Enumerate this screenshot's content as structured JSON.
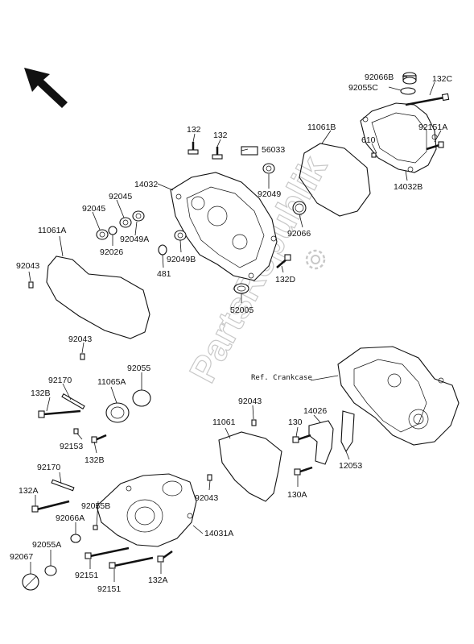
{
  "watermark": "PartsRepublik",
  "reference_label": "Ref. Crankcase",
  "direction_arrow_icon": "arrow-up-left-icon",
  "labels": {
    "n92066B": "92066B",
    "n92055C": "92055C",
    "n132C": "132C",
    "n11061B": "11061B",
    "n610": "610",
    "n92151A": "92151A",
    "n132a": "132",
    "n132b": "132",
    "n56033": "56033",
    "n14032": "14032",
    "n92049": "92049",
    "n14032B": "14032B",
    "n92045a": "92045",
    "n92045b": "92045",
    "n92049A": "92049A",
    "n92026": "92026",
    "n92066": "92066",
    "n11061A": "11061A",
    "n92049B": "92049B",
    "n481": "481",
    "n132D": "132D",
    "n92043a": "92043",
    "n52005": "52005",
    "n92043b": "92043",
    "n92170a": "92170",
    "n11065A": "11065A",
    "n92055": "92055",
    "n132B_a": "132B",
    "n92153": "92153",
    "n132B_b": "132B",
    "n92043c": "92043",
    "n14026": "14026",
    "n11061": "11061",
    "n130": "130",
    "n12053": "12053",
    "n92170b": "92170",
    "n132A_a": "132A",
    "n92055B": "92055B",
    "n92066A": "92066A",
    "n92043d": "92043",
    "n130A": "130A",
    "n14031A": "14031A",
    "n92055A": "92055A",
    "n92067": "92067",
    "n92151a": "92151",
    "n92151b": "92151",
    "n132A_b": "132A"
  }
}
